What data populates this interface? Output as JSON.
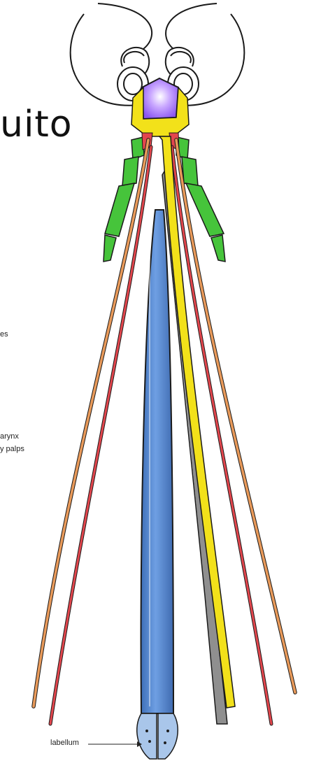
{
  "title_fragment": "uito",
  "labels": {
    "es": "es",
    "arynx": "arynx",
    "palps": "y palps",
    "labellum": "labellum"
  },
  "colors": {
    "head_outline": "#1a1a1a",
    "clypeus": "#9a6cff",
    "yellow": "#f2e11a",
    "green": "#46c43b",
    "orange": "#e99a5a",
    "red": "#e3464d",
    "blue": "#5b8fd6",
    "gray": "#8f8f8f",
    "labellum": "#a9c6ea"
  }
}
